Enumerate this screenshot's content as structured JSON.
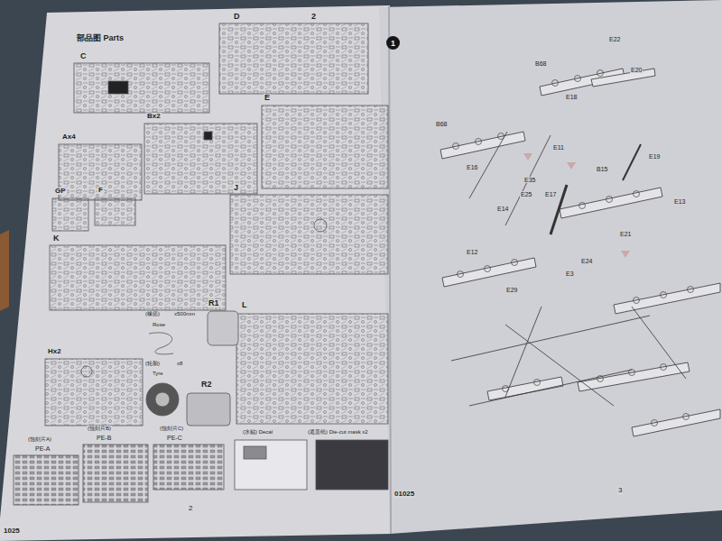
{
  "diagram": {
    "title": "部品图 Parts",
    "nodes": [
      {
        "text": [
          "1"
        ]
      }
    ],
    "labels": [
      "C",
      "D",
      "2",
      "E",
      "Ax4",
      "Bx2",
      "GP",
      "F",
      "J",
      "K",
      "R1",
      "(橡筋)",
      "x500mm",
      "Rose",
      "L",
      "Hx2",
      "R2",
      "(轮胎)",
      "x8",
      "Tyre",
      "(蚀刻片A)",
      "PE-A",
      "(蚀刻片B)",
      "PE-B",
      "(蚀刻片C)",
      "PE-C",
      "(水贴) Decal",
      "(遮盖纸) Die-cut mask x2",
      "2",
      "1025",
      "01025",
      "3",
      "E22",
      "B68",
      "E20",
      "E18",
      "B68",
      "E16",
      "E11",
      "E35",
      "B15",
      "E19",
      "E25",
      "E17",
      "E13",
      "E14",
      "E21",
      "E12",
      "E3",
      "E24",
      "E29"
    ]
  }
}
